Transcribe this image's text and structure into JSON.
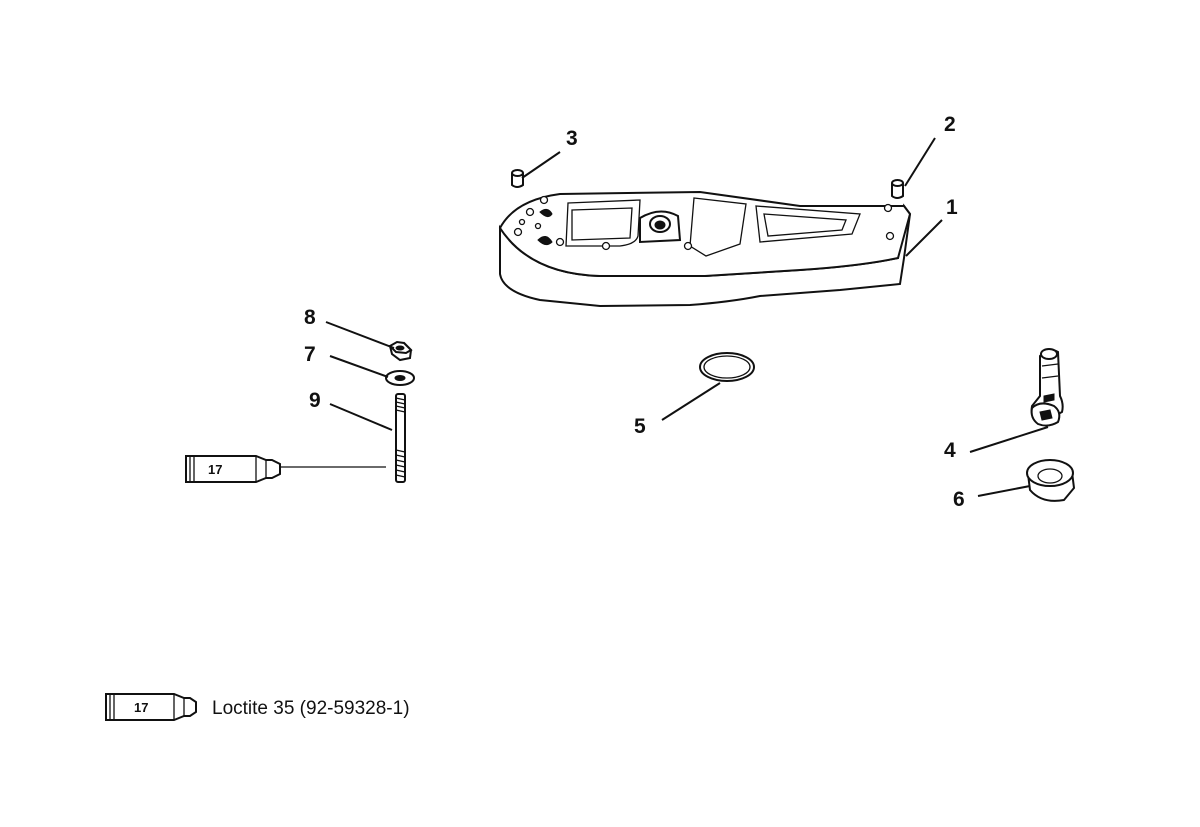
{
  "callouts": {
    "c1": "1",
    "c2": "2",
    "c3": "3",
    "c4": "4",
    "c5": "5",
    "c6": "6",
    "c7": "7",
    "c8": "8",
    "c9": "9"
  },
  "tube_label": "17",
  "legend": {
    "tube_label": "17",
    "text": "Loctite 35 (92-59328-1)"
  }
}
